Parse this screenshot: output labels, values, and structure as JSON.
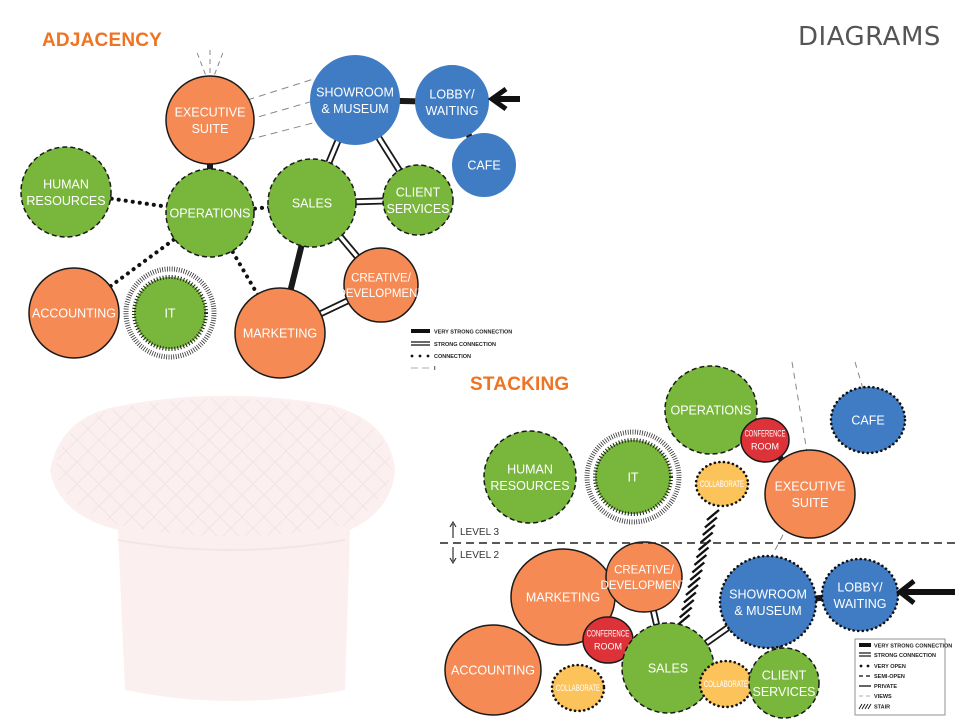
{
  "page": {
    "title": "DIAGRAMS",
    "adjacency_heading": "ADJACENCY",
    "stacking_heading": "STACKING"
  },
  "colors": {
    "orange": "#f58a55",
    "green": "#79b73c",
    "blue": "#3f7cc4",
    "red": "#dd3338",
    "yellow": "#fcc35a",
    "heading": "#ee7322"
  },
  "adjacency": {
    "nodes": [
      {
        "id": "exec",
        "lines": [
          "EXECUTIVE",
          "SUITE"
        ],
        "color": "orange",
        "border": "solid"
      },
      {
        "id": "showroom",
        "lines": [
          "SHOWROOM",
          "& MUSEUM"
        ],
        "color": "blue",
        "border": "none"
      },
      {
        "id": "lobby",
        "lines": [
          "LOBBY/",
          "WAITING"
        ],
        "color": "blue",
        "border": "none"
      },
      {
        "id": "cafe",
        "lines": [
          "CAFE"
        ],
        "color": "blue",
        "border": "none"
      },
      {
        "id": "hr",
        "lines": [
          "HUMAN",
          "RESOURCES"
        ],
        "color": "green",
        "border": "dashed"
      },
      {
        "id": "ops",
        "lines": [
          "OPERATIONS"
        ],
        "color": "green",
        "border": "dashed"
      },
      {
        "id": "sales",
        "lines": [
          "SALES"
        ],
        "color": "green",
        "border": "dashed"
      },
      {
        "id": "client",
        "lines": [
          "CLIENT",
          "SERVICES"
        ],
        "color": "green",
        "border": "dashed"
      },
      {
        "id": "creative",
        "lines": [
          "CREATIVE/",
          "DEVELOPMENT"
        ],
        "color": "orange",
        "border": "solid"
      },
      {
        "id": "accounting",
        "lines": [
          "ACCOUNTING"
        ],
        "color": "orange",
        "border": "solid"
      },
      {
        "id": "it",
        "lines": [
          "IT"
        ],
        "color": "green",
        "border": "hatched"
      },
      {
        "id": "marketing",
        "lines": [
          "MARKETING"
        ],
        "color": "orange",
        "border": "solid"
      }
    ],
    "connections": [
      {
        "from": "exec",
        "to": "ops",
        "type": "very-strong"
      },
      {
        "from": "showroom",
        "to": "lobby",
        "type": "very-strong"
      },
      {
        "from": "lobby",
        "to": "cafe",
        "type": "very-strong"
      },
      {
        "from": "sales",
        "to": "marketing",
        "type": "very-strong"
      },
      {
        "from": "showroom",
        "to": "sales",
        "type": "strong"
      },
      {
        "from": "showroom",
        "to": "client",
        "type": "strong"
      },
      {
        "from": "sales",
        "to": "client",
        "type": "strong"
      },
      {
        "from": "sales",
        "to": "creative",
        "type": "strong"
      },
      {
        "from": "creative",
        "to": "marketing",
        "type": "strong"
      },
      {
        "from": "hr",
        "to": "ops",
        "type": "connection"
      },
      {
        "from": "ops",
        "to": "sales",
        "type": "connection"
      },
      {
        "from": "ops",
        "to": "accounting",
        "type": "connection"
      },
      {
        "from": "ops",
        "to": "marketing",
        "type": "connection"
      },
      {
        "from": "exec",
        "to": "showroom",
        "type": "views"
      }
    ],
    "legend": [
      {
        "type": "very-strong",
        "label": "VERY STRONG CONNECTION"
      },
      {
        "type": "strong",
        "label": "STRONG CONNECTION"
      },
      {
        "type": "connection",
        "label": "CONNECTION"
      },
      {
        "type": "views",
        "label": "I"
      }
    ]
  },
  "stacking": {
    "level_up_label": "LEVEL 3",
    "level_down_label": "LEVEL 2",
    "nodes": [
      {
        "id": "s-ops",
        "lines": [
          "OPERATIONS"
        ],
        "color": "green",
        "border": "dashed"
      },
      {
        "id": "s-conf1",
        "lines": [
          "CONFERENCE",
          "ROOM"
        ],
        "color": "red",
        "border": "solid"
      },
      {
        "id": "s-cafe",
        "lines": [
          "CAFE"
        ],
        "color": "blue",
        "border": "dotted"
      },
      {
        "id": "s-hr",
        "lines": [
          "HUMAN",
          "RESOURCES"
        ],
        "color": "green",
        "border": "dashed"
      },
      {
        "id": "s-it",
        "lines": [
          "IT"
        ],
        "color": "green",
        "border": "hatched"
      },
      {
        "id": "s-collab1",
        "lines": [
          "COLLABORATE"
        ],
        "color": "yellow",
        "border": "dotted"
      },
      {
        "id": "s-exec",
        "lines": [
          "EXECUTIVE",
          "SUITE"
        ],
        "color": "orange",
        "border": "solid"
      },
      {
        "id": "s-marketing",
        "lines": [
          "MARKETING"
        ],
        "color": "orange",
        "border": "solid"
      },
      {
        "id": "s-creative",
        "lines": [
          "CREATIVE/",
          "DEVELOPMENT"
        ],
        "color": "orange",
        "border": "solid"
      },
      {
        "id": "s-showroom",
        "lines": [
          "SHOWROOM",
          "& MUSEUM"
        ],
        "color": "blue",
        "border": "dotted"
      },
      {
        "id": "s-lobby",
        "lines": [
          "LOBBY/",
          "WAITING"
        ],
        "color": "blue",
        "border": "dotted"
      },
      {
        "id": "s-conf2",
        "lines": [
          "CONFERENCE",
          "ROOM"
        ],
        "color": "red",
        "border": "solid"
      },
      {
        "id": "s-accounting",
        "lines": [
          "ACCOUNTING"
        ],
        "color": "orange",
        "border": "solid"
      },
      {
        "id": "s-collab2",
        "lines": [
          "COLLABORATE"
        ],
        "color": "yellow",
        "border": "dotted"
      },
      {
        "id": "s-sales",
        "lines": [
          "SALES"
        ],
        "color": "green",
        "border": "dashed"
      },
      {
        "id": "s-collab3",
        "lines": [
          "COLLABORATE"
        ],
        "color": "yellow",
        "border": "dotted"
      },
      {
        "id": "s-client",
        "lines": [
          "CLIENT",
          "SERVICES"
        ],
        "color": "green",
        "border": "dashed"
      }
    ],
    "connections": [
      {
        "from": "s-ops",
        "to": "s-conf1",
        "type": "very-strong"
      },
      {
        "from": "s-conf1",
        "to": "s-exec",
        "type": "very-strong"
      },
      {
        "from": "s-showroom",
        "to": "s-lobby",
        "type": "very-strong"
      },
      {
        "from": "s-marketing",
        "to": "s-conf2",
        "type": "very-strong"
      },
      {
        "from": "s-conf2",
        "to": "s-sales",
        "type": "very-strong"
      },
      {
        "from": "s-marketing",
        "to": "s-creative",
        "type": "strong"
      },
      {
        "from": "s-creative",
        "to": "s-sales",
        "type": "strong"
      },
      {
        "from": "s-sales",
        "to": "s-showroom",
        "type": "strong"
      },
      {
        "from": "s-showroom",
        "to": "s-client",
        "type": "strong"
      }
    ],
    "legend": [
      {
        "type": "very-strong",
        "label": "VERY STRONG CONNECTION"
      },
      {
        "type": "strong",
        "label": "STRONG CONNECTION"
      },
      {
        "type": "very-open",
        "label": "VERY OPEN"
      },
      {
        "type": "semi-open",
        "label": "SEMI-OPEN"
      },
      {
        "type": "private",
        "label": "PRIVATE"
      },
      {
        "type": "views",
        "label": "VIEWS"
      },
      {
        "type": "stair",
        "label": "STAIR"
      }
    ]
  }
}
